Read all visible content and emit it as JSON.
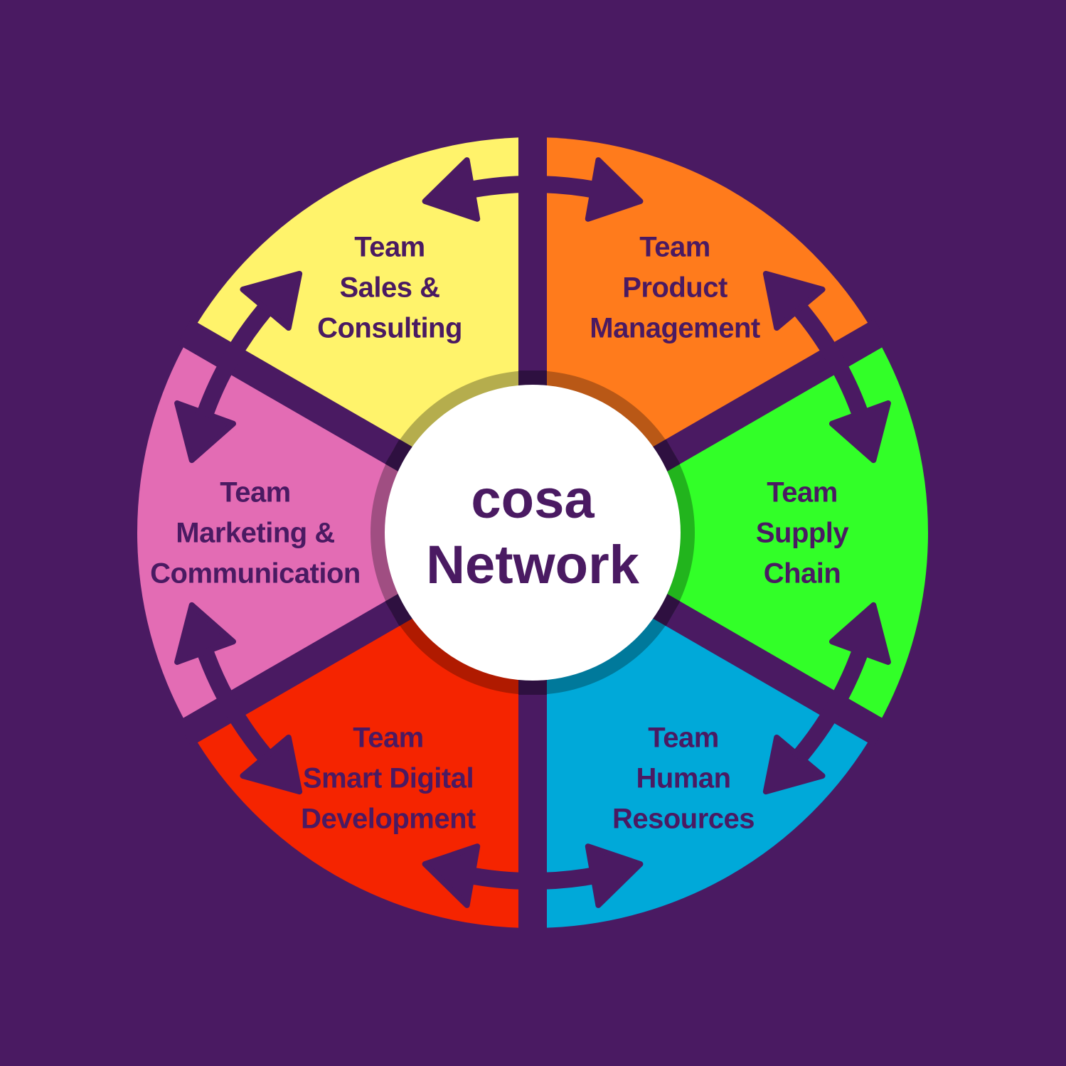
{
  "center": {
    "line1": "cosa",
    "line2": "Network"
  },
  "colors": {
    "background": "#4a1a62",
    "text": "#4a1a62",
    "center_fill": "#ffffff"
  },
  "segments": [
    {
      "id": "sales",
      "line1": "Team",
      "line2": "Sales &",
      "line3": "Consulting",
      "color": "#fff36b",
      "ring": "#b5ad4d"
    },
    {
      "id": "product",
      "line1": "Team",
      "line2": "Product",
      "line3": "Management",
      "color": "#ff7b1c",
      "ring": "#b95816"
    },
    {
      "id": "supply",
      "line1": "Team",
      "line2": "Supply",
      "line3": "Chain",
      "color": "#32ff28",
      "ring": "#22b41d"
    },
    {
      "id": "hr",
      "line1": "Team",
      "line2": "Human",
      "line3": "Resources",
      "color": "#00a9d9",
      "ring": "#00799b"
    },
    {
      "id": "digital",
      "line1": "Team",
      "line2": "Smart Digital",
      "line3": "Development",
      "color": "#f52400",
      "ring": "#b01a00"
    },
    {
      "id": "marketing",
      "line1": "Team",
      "line2": "Marketing &",
      "line3": "Communication",
      "color": "#e36cb4",
      "ring": "#a04e82"
    }
  ]
}
